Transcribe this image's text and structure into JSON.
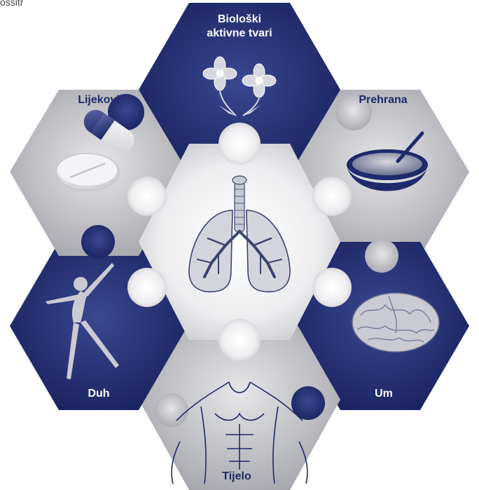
{
  "top_cutoff_text": "ossitr",
  "center": {
    "icon": "lungs-icon"
  },
  "segments": [
    {
      "id": "bioloski",
      "line1": "Biološki",
      "line2": "aktivne tvari",
      "icon": "flowers-icon",
      "color": "#1e2a6b"
    },
    {
      "id": "prehrana",
      "line1": "Prehrana",
      "icon": "bowl-icon",
      "color": "#b8b9be"
    },
    {
      "id": "um",
      "line1": "Um",
      "icon": "brain-icon",
      "color": "#1e2a6b"
    },
    {
      "id": "tijelo",
      "line1": "Tijelo",
      "icon": "torso-icon",
      "color": "#b8b9be"
    },
    {
      "id": "duh",
      "line1": "Duh",
      "icon": "dancer-icon",
      "color": "#1e2a6b"
    },
    {
      "id": "lijekovi",
      "line1": "Lijekovi",
      "icon": "pills-icon",
      "color": "#b8b9be"
    }
  ]
}
